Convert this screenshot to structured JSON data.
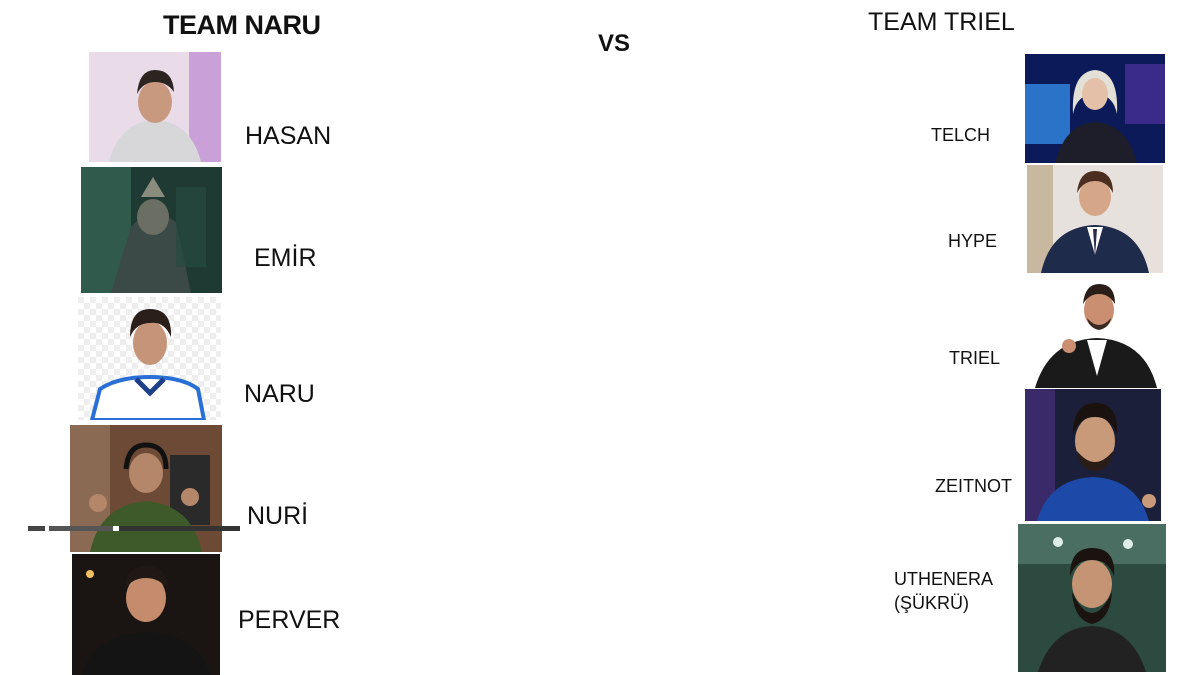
{
  "header": {
    "team_left": "TEAM NARU",
    "team_right": "TEAM TRIEL",
    "versus": "VS"
  },
  "team_left_players": [
    {
      "name": "HASAN"
    },
    {
      "name": "EMİR"
    },
    {
      "name": "NARU"
    },
    {
      "name": "NURİ"
    },
    {
      "name": "PERVER"
    }
  ],
  "team_right_players": [
    {
      "name": "TELCH"
    },
    {
      "name": "HYPE"
    },
    {
      "name": "TRIEL"
    },
    {
      "name": "ZEITNOT"
    },
    {
      "name_line1": "UTHENERA",
      "name_line2": "(ŞÜKRÜ)"
    }
  ],
  "colors": {
    "background": "#ffffff",
    "text": "#111111"
  }
}
